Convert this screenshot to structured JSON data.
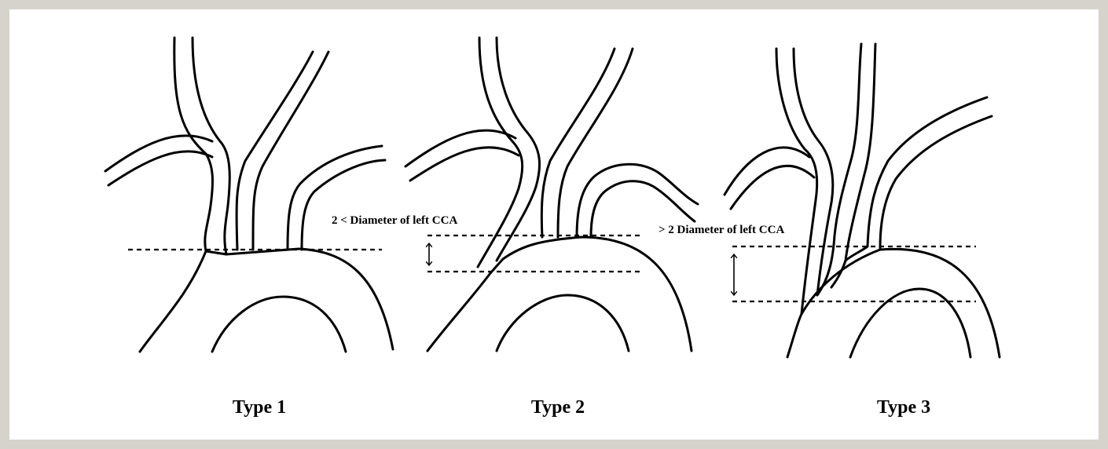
{
  "annotations": {
    "type2_measure": "2 < Diameter of left CCA",
    "type3_measure": "> 2 Diameter of left CCA"
  },
  "panels": [
    {
      "label": "Type 1"
    },
    {
      "label": "Type 2"
    },
    {
      "label": "Type 3"
    }
  ]
}
